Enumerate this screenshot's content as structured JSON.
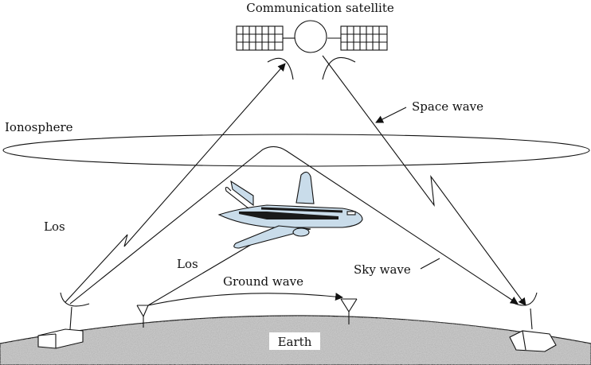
{
  "labels": {
    "satellite": "Communication satellite",
    "space_wave": "Space wave",
    "ionosphere": "Ionosphere",
    "los_left": "Los",
    "los_center": "Los",
    "sky_wave": "Sky wave",
    "ground_wave": "Ground wave",
    "earth": "Earth"
  },
  "colors": {
    "line": "#111111",
    "plane_body": "#c9dcea",
    "plane_stripe": "#1a1a1a",
    "earth_fill": "#bdbdbd",
    "earth_label_bg": "#ffffff"
  }
}
